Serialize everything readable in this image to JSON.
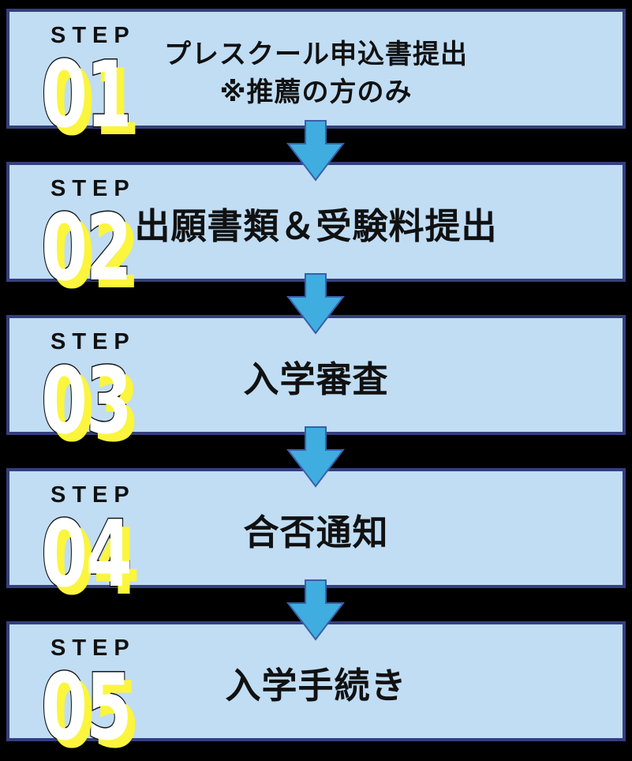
{
  "diagram": {
    "type": "vertical-step-flow",
    "background_color": "#000000"
  },
  "colors": {
    "box_background": "#c0ddf4",
    "box_border": "#343f7d",
    "arrow_fill": "#3fade0",
    "arrow_stroke": "#3a5fa6",
    "step_number_fill": "#ffffff",
    "step_number_outline": "#141414",
    "step_number_shadow": "#fbf53d",
    "text_color": "#111111"
  },
  "icons": {
    "connector": "down-arrow-icon"
  },
  "steps": [
    {
      "label": "STEP",
      "number": "01",
      "title": "プレスクール申込書提出",
      "subtitle": "※推薦の方のみ"
    },
    {
      "label": "STEP",
      "number": "02",
      "title": "出願書類＆受験料提出",
      "subtitle": ""
    },
    {
      "label": "STEP",
      "number": "03",
      "title": "入学審査",
      "subtitle": ""
    },
    {
      "label": "STEP",
      "number": "04",
      "title": "合否通知",
      "subtitle": ""
    },
    {
      "label": "STEP",
      "number": "05",
      "title": "入学手続き",
      "subtitle": ""
    }
  ]
}
